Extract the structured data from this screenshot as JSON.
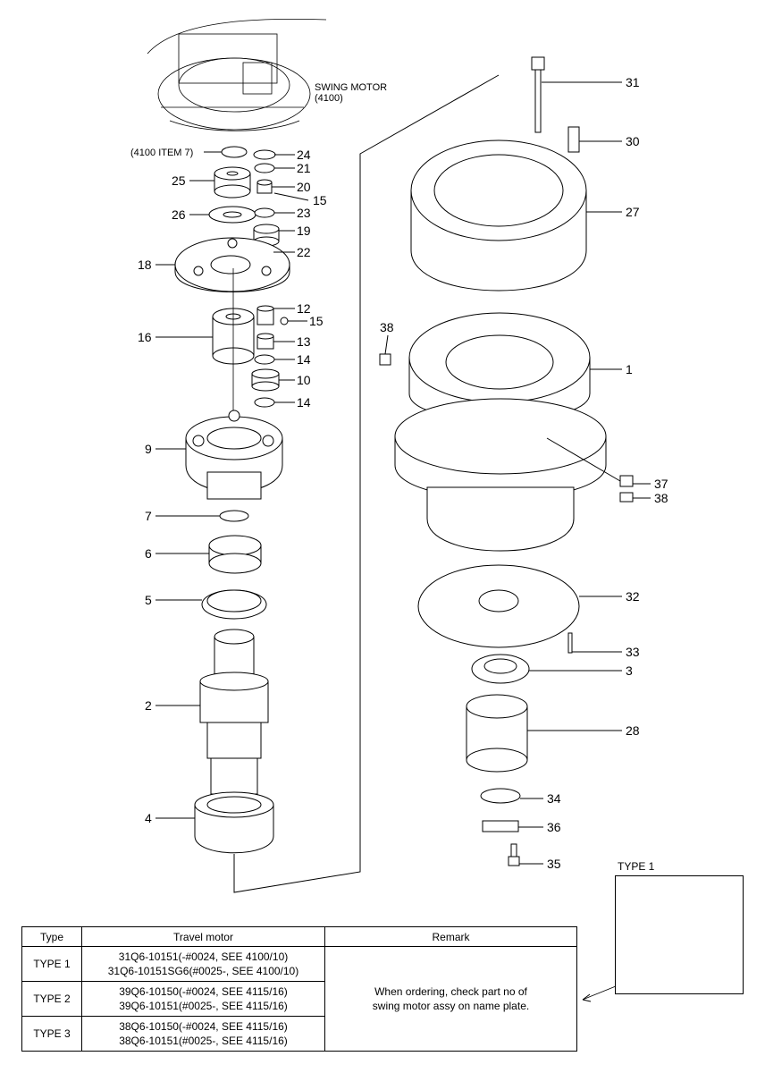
{
  "header": {
    "swing_motor_line1": "SWING MOTOR",
    "swing_motor_line2": "(4100)",
    "ref_item": "(4100 ITEM 7)"
  },
  "part_labels": [
    "24",
    "21",
    "25",
    "20",
    "15",
    "26",
    "23",
    "19",
    "18",
    "22",
    "12",
    "15",
    "16",
    "13",
    "14",
    "10",
    "14",
    "9",
    "7",
    "6",
    "5",
    "2",
    "4",
    "31",
    "30",
    "27",
    "38",
    "1",
    "37",
    "38",
    "32",
    "33",
    "3",
    "28",
    "34",
    "36",
    "35"
  ],
  "inset": {
    "label": "TYPE 1"
  },
  "table": {
    "headers": [
      "Type",
      "Travel motor",
      "Remark"
    ],
    "rows": [
      {
        "type": "TYPE 1",
        "motor_line1": "31Q6-10151(-#0024, SEE 4100/10)",
        "motor_line2": "31Q6-10151SG6(#0025-, SEE 4100/10)"
      },
      {
        "type": "TYPE 2",
        "motor_line1": "39Q6-10150(-#0024, SEE 4115/16)",
        "motor_line2": "39Q6-10151(#0025-, SEE 4115/16)"
      },
      {
        "type": "TYPE 3",
        "motor_line1": "38Q6-10150(-#0024, SEE 4115/16)",
        "motor_line2": "38Q6-10151(#0025-, SEE 4115/16)"
      }
    ],
    "remark_line1": "When ordering, check part no of",
    "remark_line2": "swing motor assy on name plate."
  }
}
